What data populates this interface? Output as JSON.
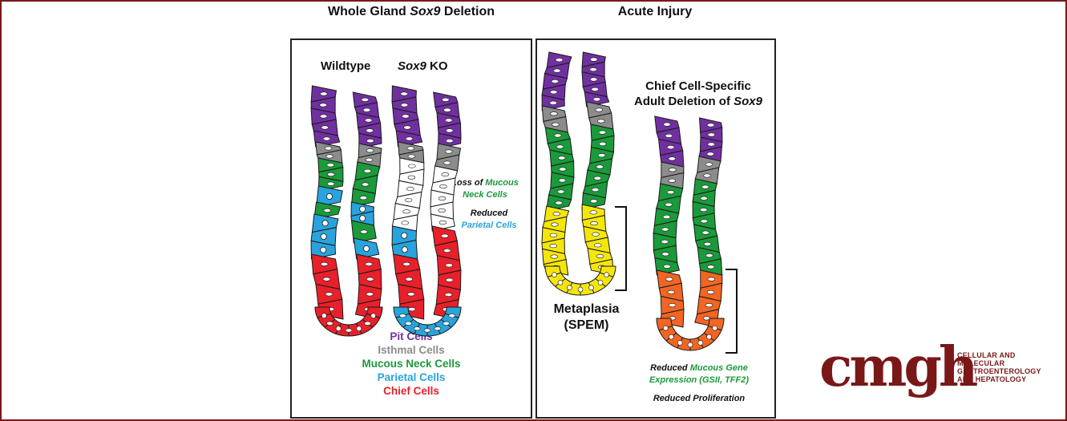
{
  "left_panel": {
    "title_prefix": "Whole Gland ",
    "title_gene": "Sox9",
    "title_suffix": " Deletion",
    "wildtype_label": "Wildtype",
    "ko_gene": "Sox9",
    "ko_suffix": " KO",
    "note_loss_prefix": "Loss of ",
    "note_loss_colored": "Mucous",
    "note_loss_line2": "Neck Cells",
    "note_reduced": "Reduced",
    "note_parietal": "Parietal Cells",
    "legend": [
      {
        "text": "Pit Cells",
        "color": "#7030a0"
      },
      {
        "text": "Isthmal Cells",
        "color": "#8c8c8c"
      },
      {
        "text": "Mucous Neck Cells",
        "color": "#1a9a3a"
      },
      {
        "text": "Parietal Cells",
        "color": "#29a3dc"
      },
      {
        "text": "Chief Cells",
        "color": "#e8202a"
      }
    ]
  },
  "right_panel": {
    "title": "Acute Injury",
    "metaplasia_line1": "Metaplasia",
    "metaplasia_line2": "(SPEM)",
    "chief_title_line1": "Chief Cell-Specific",
    "chief_title_prefix": "Adult Deletion of ",
    "chief_title_gene": "Sox9",
    "note_reduced": "Reduced",
    "note_mucous_gene": "Mucous Gene",
    "note_expression": "Expression (GSII, TFF2)",
    "note_proliferation": "Reduced Proliferation"
  },
  "logo": {
    "word": "cmgh",
    "tagline": [
      "CELLULAR AND",
      "MOLECULAR",
      "GASTROENTEROLOGY",
      "AND HEPATOLOGY"
    ]
  },
  "colors": {
    "pit": "#7030a0",
    "isthmal": "#8c8c8c",
    "mucous_neck": "#1a9a3a",
    "parietal": "#29a3dc",
    "chief": "#e8202a",
    "spem": "#f5e60a",
    "chief_ko": "#f26522",
    "brand": "#7a1818"
  }
}
